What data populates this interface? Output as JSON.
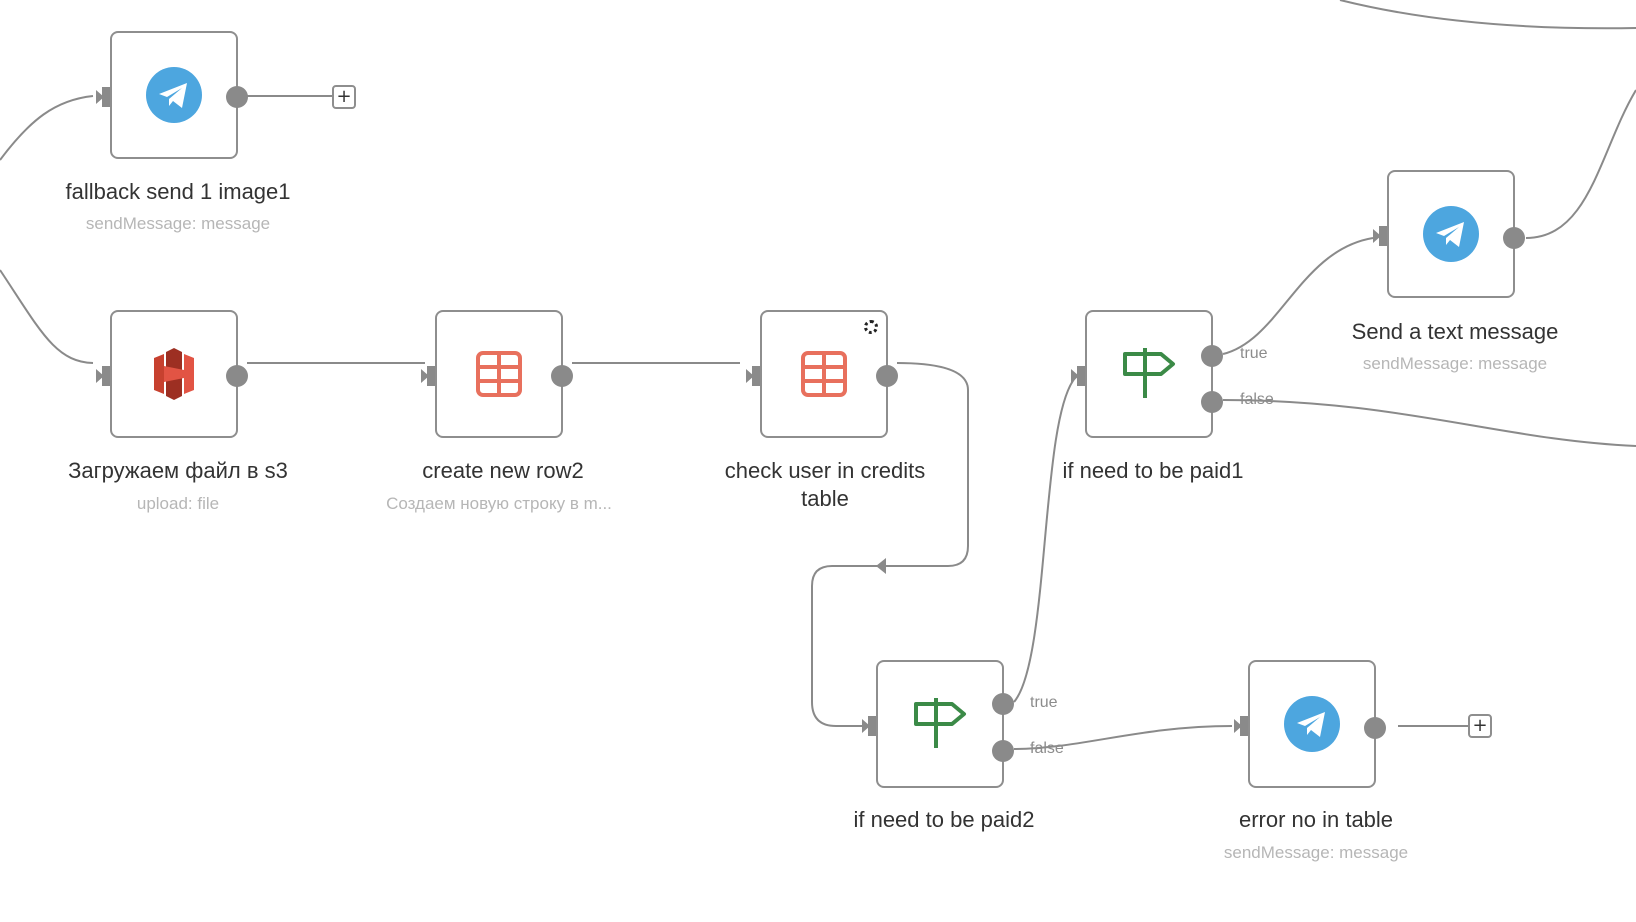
{
  "nodes": [
    {
      "id": "fallback",
      "name": "fallback send 1 image1",
      "subtitle": "sendMessage: message",
      "icon": "telegram-icon"
    },
    {
      "id": "upload",
      "name": "Загружаем файл в s3",
      "subtitle": "upload: file",
      "icon": "aws-s3-icon"
    },
    {
      "id": "create",
      "name": "create new row2",
      "subtitle": "Создаем новую строку в m...",
      "icon": "table-icon"
    },
    {
      "id": "check",
      "name": "check user in credits table",
      "subtitle": "",
      "icon": "table-icon"
    },
    {
      "id": "paid1",
      "name": "if need to be paid1",
      "subtitle": "",
      "icon": "signpost-icon"
    },
    {
      "id": "send",
      "name": "Send a text message",
      "subtitle": "sendMessage: message",
      "icon": "telegram-icon"
    },
    {
      "id": "paid2",
      "name": "if need to be paid2",
      "subtitle": "",
      "icon": "signpost-icon"
    },
    {
      "id": "error",
      "name": "error no in table",
      "subtitle": "sendMessage: message",
      "icon": "telegram-icon"
    }
  ],
  "branch_labels": {
    "true": "true",
    "false": "false"
  },
  "colors": {
    "telegram": "#4da6df",
    "table": "#e8705d",
    "if": "#3b8a47",
    "s3": "#c7412f",
    "edge": "#8a8a8a"
  }
}
